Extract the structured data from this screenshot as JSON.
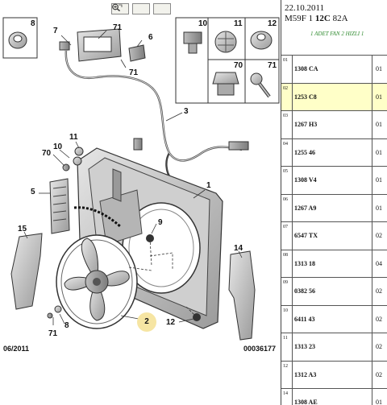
{
  "toolbar": {
    "zoom_in_icon": "zoom-in-icon",
    "zoom_out_icon": "zoom-out-icon",
    "zoom_fit_icon": "zoom-fit-icon"
  },
  "diagram": {
    "callouts": [
      "8",
      "7",
      "71",
      "6",
      "71",
      "3",
      "11",
      "10",
      "70",
      "1",
      "5",
      "9",
      "15",
      "14",
      "71",
      "8",
      "2",
      "12"
    ],
    "highlighted_callout": "2",
    "inset_labels": [
      "8",
      "10",
      "11",
      "12",
      "70",
      "71"
    ],
    "footer_date": "06/2011",
    "footer_code": "00036177"
  },
  "panel": {
    "date": "22.10.2011",
    "code_prefix": "M59F 1 ",
    "code_bold": "12C",
    "code_suffix": " 82A",
    "description": "1 ADET FAN 2 HIZLI 1",
    "rows": [
      {
        "num": "01",
        "ref": "1308 CA",
        "qty": "01",
        "selected": false
      },
      {
        "num": "02",
        "ref": "1253 C8",
        "qty": "01",
        "selected": true
      },
      {
        "num": "03",
        "ref": "1267 H3",
        "qty": "01",
        "selected": false
      },
      {
        "num": "04",
        "ref": "1255 46",
        "qty": "01",
        "selected": false
      },
      {
        "num": "05",
        "ref": "1308 V4",
        "qty": "01",
        "selected": false
      },
      {
        "num": "06",
        "ref": "1267 A9",
        "qty": "01",
        "selected": false
      },
      {
        "num": "07",
        "ref": "6547 TX",
        "qty": "02",
        "selected": false
      },
      {
        "num": "08",
        "ref": "1313 18",
        "qty": "04",
        "selected": false
      },
      {
        "num": "09",
        "ref": "0382 56",
        "qty": "02",
        "selected": false
      },
      {
        "num": "10",
        "ref": "6411 43",
        "qty": "02",
        "selected": false
      },
      {
        "num": "11",
        "ref": "1313 23",
        "qty": "02",
        "selected": false
      },
      {
        "num": "12",
        "ref": "1312 A3",
        "qty": "02",
        "selected": false
      },
      {
        "num": "14",
        "ref": "1308 AE",
        "qty": "01",
        "selected": false
      }
    ]
  }
}
